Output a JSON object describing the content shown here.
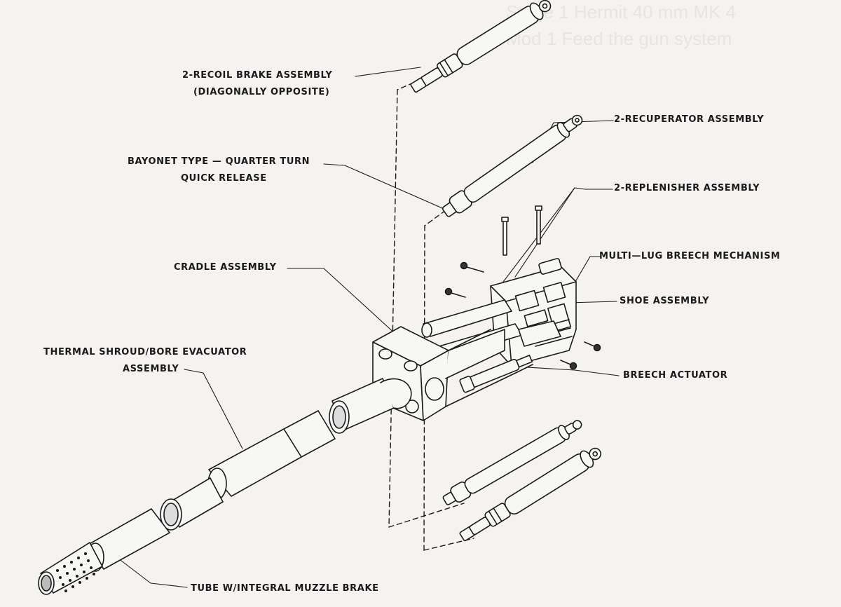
{
  "labels": {
    "recoil_brake_1": "2-RECOIL BRAKE ASSEMBLY",
    "recoil_brake_2": "(DIAGONALLY OPPOSITE)",
    "recuperator": "2-RECUPERATOR ASSEMBLY",
    "bayonet_1": "BAYONET TYPE — QUARTER TURN",
    "bayonet_2": "QUICK RELEASE",
    "replenisher": "2-REPLENISHER ASSEMBLY",
    "multi_lug": "MULTI—LUG BREECH MECHANISM",
    "cradle": "CRADLE ASSEMBLY",
    "shoe": "SHOE ASSEMBLY",
    "thermal_1": "THERMAL SHROUD/BORE EVACUATOR",
    "thermal_2": "ASSEMBLY",
    "breech_actuator": "BREECH ACTUATOR",
    "tube": "TUBE W/INTEGRAL MUZZLE BRAKE"
  },
  "show_through_text": {
    "heading_1": "Stage 1 Hermit 40 mm MK 4",
    "heading_2": "Mod 1 Feed the gun system"
  },
  "colors": {
    "paper": "#f4f3f1",
    "ink": "#1a1a1a",
    "part_fill": "#f7f7f5",
    "show_through": "#e6e5e3"
  }
}
